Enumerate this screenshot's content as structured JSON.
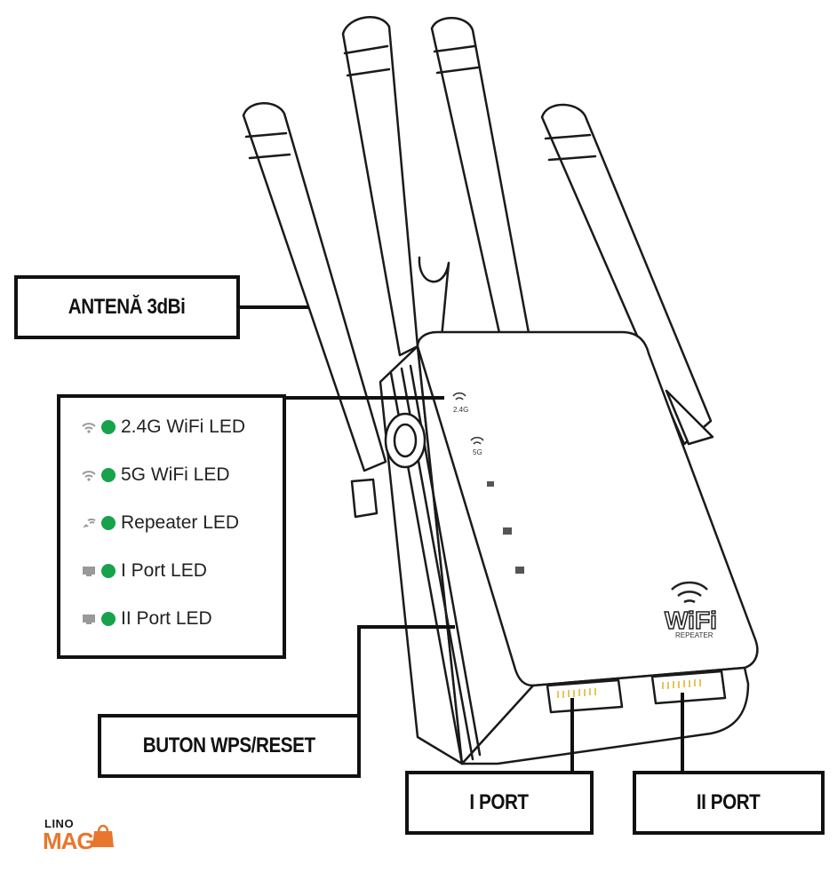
{
  "labels": {
    "antenna": "ANTENĂ 3dBi",
    "wps_button": "BUTON WPS/RESET",
    "port_1": "I PORT",
    "port_2": "II PORT"
  },
  "legend": [
    {
      "icon": "wifi-icon",
      "text": "2.4G WiFi LED"
    },
    {
      "icon": "wifi-icon",
      "text": "5G WiFi LED"
    },
    {
      "icon": "repeater-icon",
      "text": "Repeater LED"
    },
    {
      "icon": "monitor-icon",
      "text": "I Port LED"
    },
    {
      "icon": "monitor-icon",
      "text": "II Port LED"
    }
  ],
  "device": {
    "led_label_24": "2.4G",
    "led_label_5g": "5G",
    "logo_text": "WiFi",
    "logo_sub": "REPEATER"
  },
  "brand": {
    "line1": "LINO",
    "line2": "MAG"
  },
  "colors": {
    "led_green": "#16a34a",
    "brand_orange": "#e8762c",
    "outline": "#111111"
  }
}
